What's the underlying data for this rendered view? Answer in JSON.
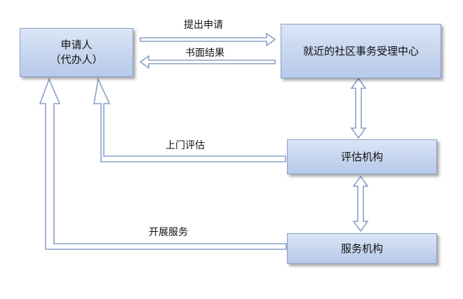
{
  "nodes": {
    "applicant": {
      "line1": "申请人",
      "line2": "（代办人）"
    },
    "center": {
      "label": "就近的社区事务受理中心"
    },
    "assessment": {
      "label": "评估机构"
    },
    "service": {
      "label": "服务机构"
    }
  },
  "edges": {
    "submit": "提出申请",
    "written_result": "书面结果",
    "home_assessment": "上门评估",
    "provide_service": "开展服务"
  },
  "colors": {
    "box_fill_top": "#dbe6f7",
    "box_fill_bottom": "#b7c9ea",
    "box_border": "#8aa0c8",
    "arrow_outline": "#8aa0c8",
    "arrow_fill": "#ffffff"
  }
}
